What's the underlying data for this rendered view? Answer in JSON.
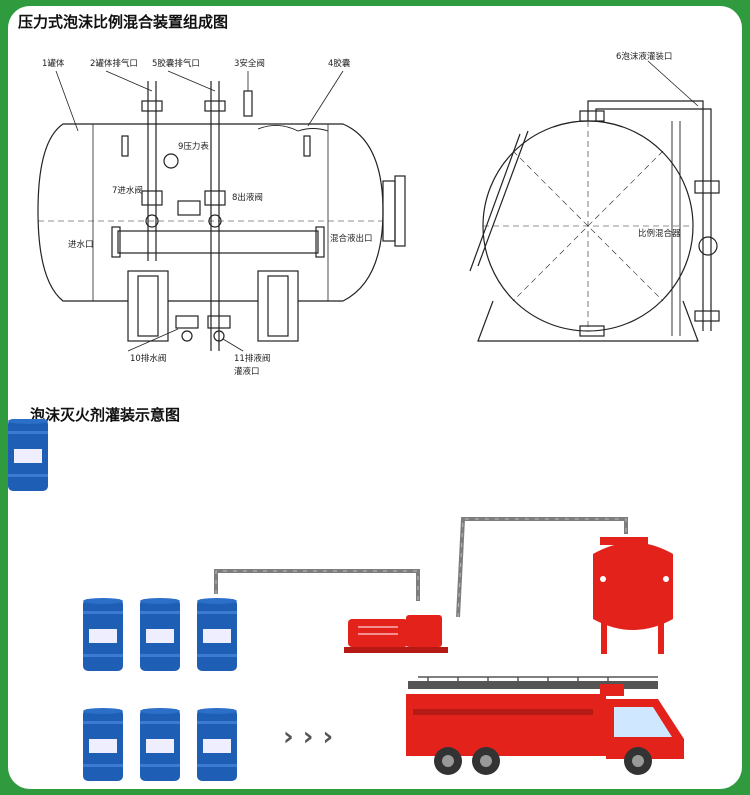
{
  "section1": {
    "title": "压力式泡沫比例混合装置组成图",
    "labels": {
      "l1": "1罐体",
      "l2": "2罐体排气口",
      "l5": "5胶囊排气口",
      "l3": "3安全阀",
      "l4": "4胶囊",
      "l9": "9压力表",
      "l7": "7进水阀",
      "l8": "8出液阀",
      "inlet": "进水口",
      "mix_out": "混合液出口",
      "l10": "10排水阀",
      "l11a": "11排液阀",
      "l11b": "灌液口",
      "l6": "6泡沫液灌装口",
      "right_inner": "比例混合器"
    }
  },
  "section2": {
    "title": "泡沫灭火剂灌装示意图",
    "arrows": "› › ›"
  },
  "colors": {
    "frame_green": "#2f9a3e",
    "barrel_blue": "#1e5fb5",
    "tank_red": "#e3221c",
    "pipe_gray": "#8a8a8a"
  }
}
